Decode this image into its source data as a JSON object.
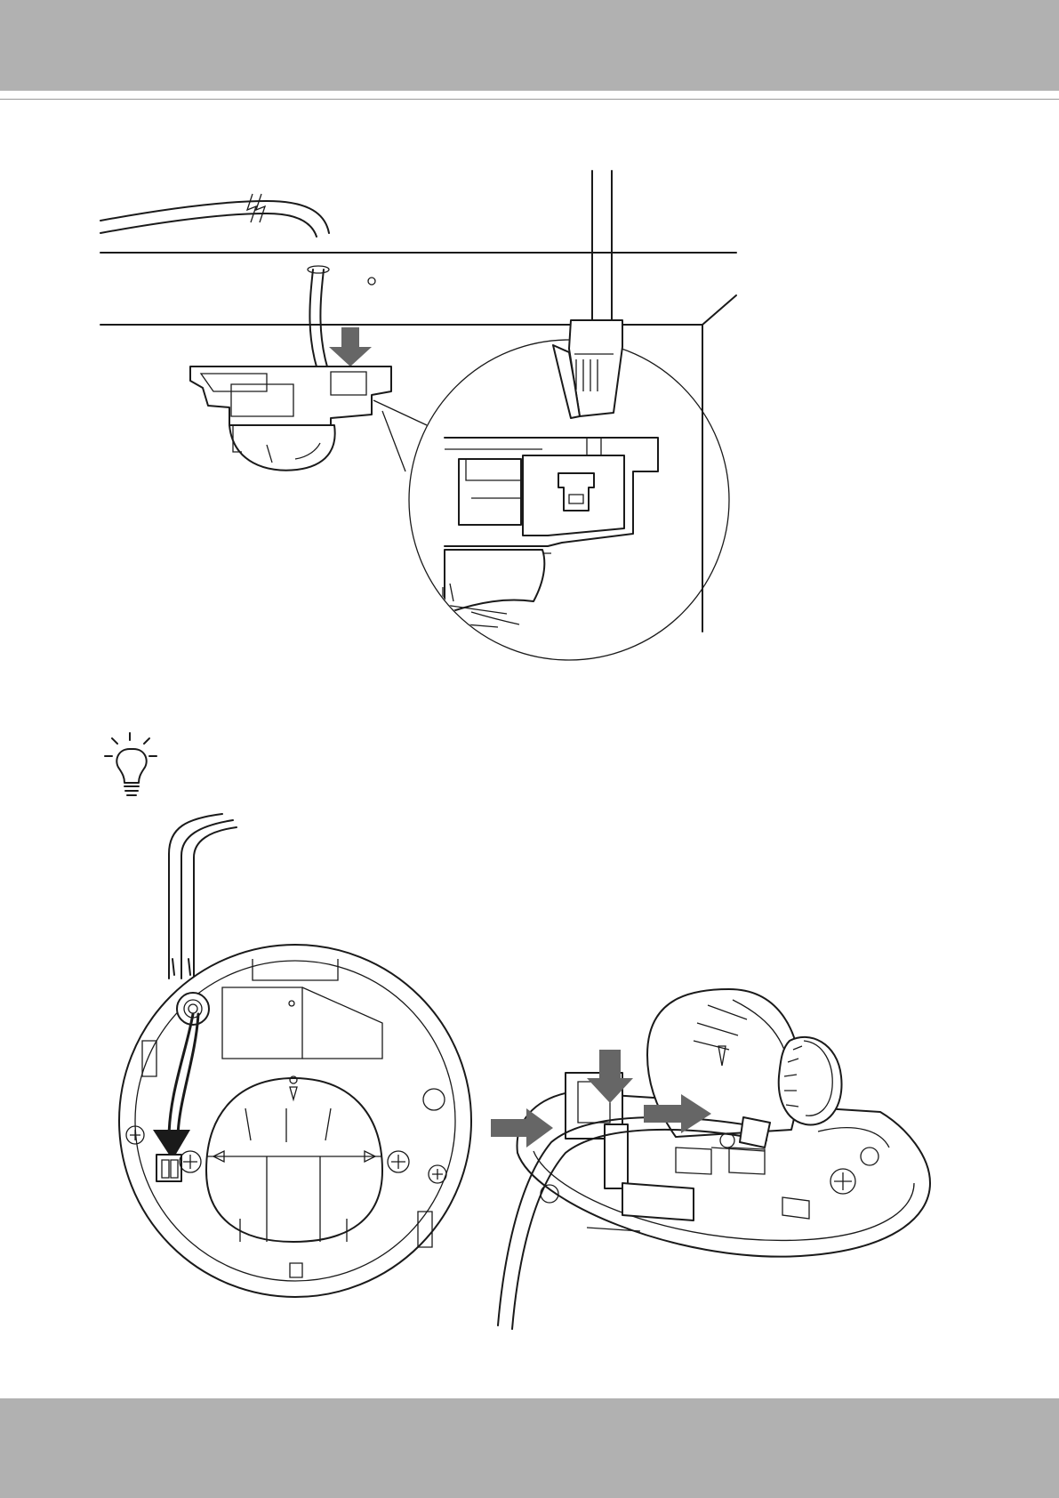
{
  "page": {
    "header_color": "#b1b1b1",
    "footer_color": "#b1b1b1",
    "arrow_color": "#666666"
  },
  "figures": {
    "ceiling_installation": {
      "icon": "ethernet-cable-illustration"
    },
    "tip": {
      "icon": "lightbulb-icon"
    },
    "wiring_top_view": {
      "icon": "camera-base-top-view"
    },
    "wiring_side_view": {
      "icon": "camera-perspective-view"
    }
  }
}
